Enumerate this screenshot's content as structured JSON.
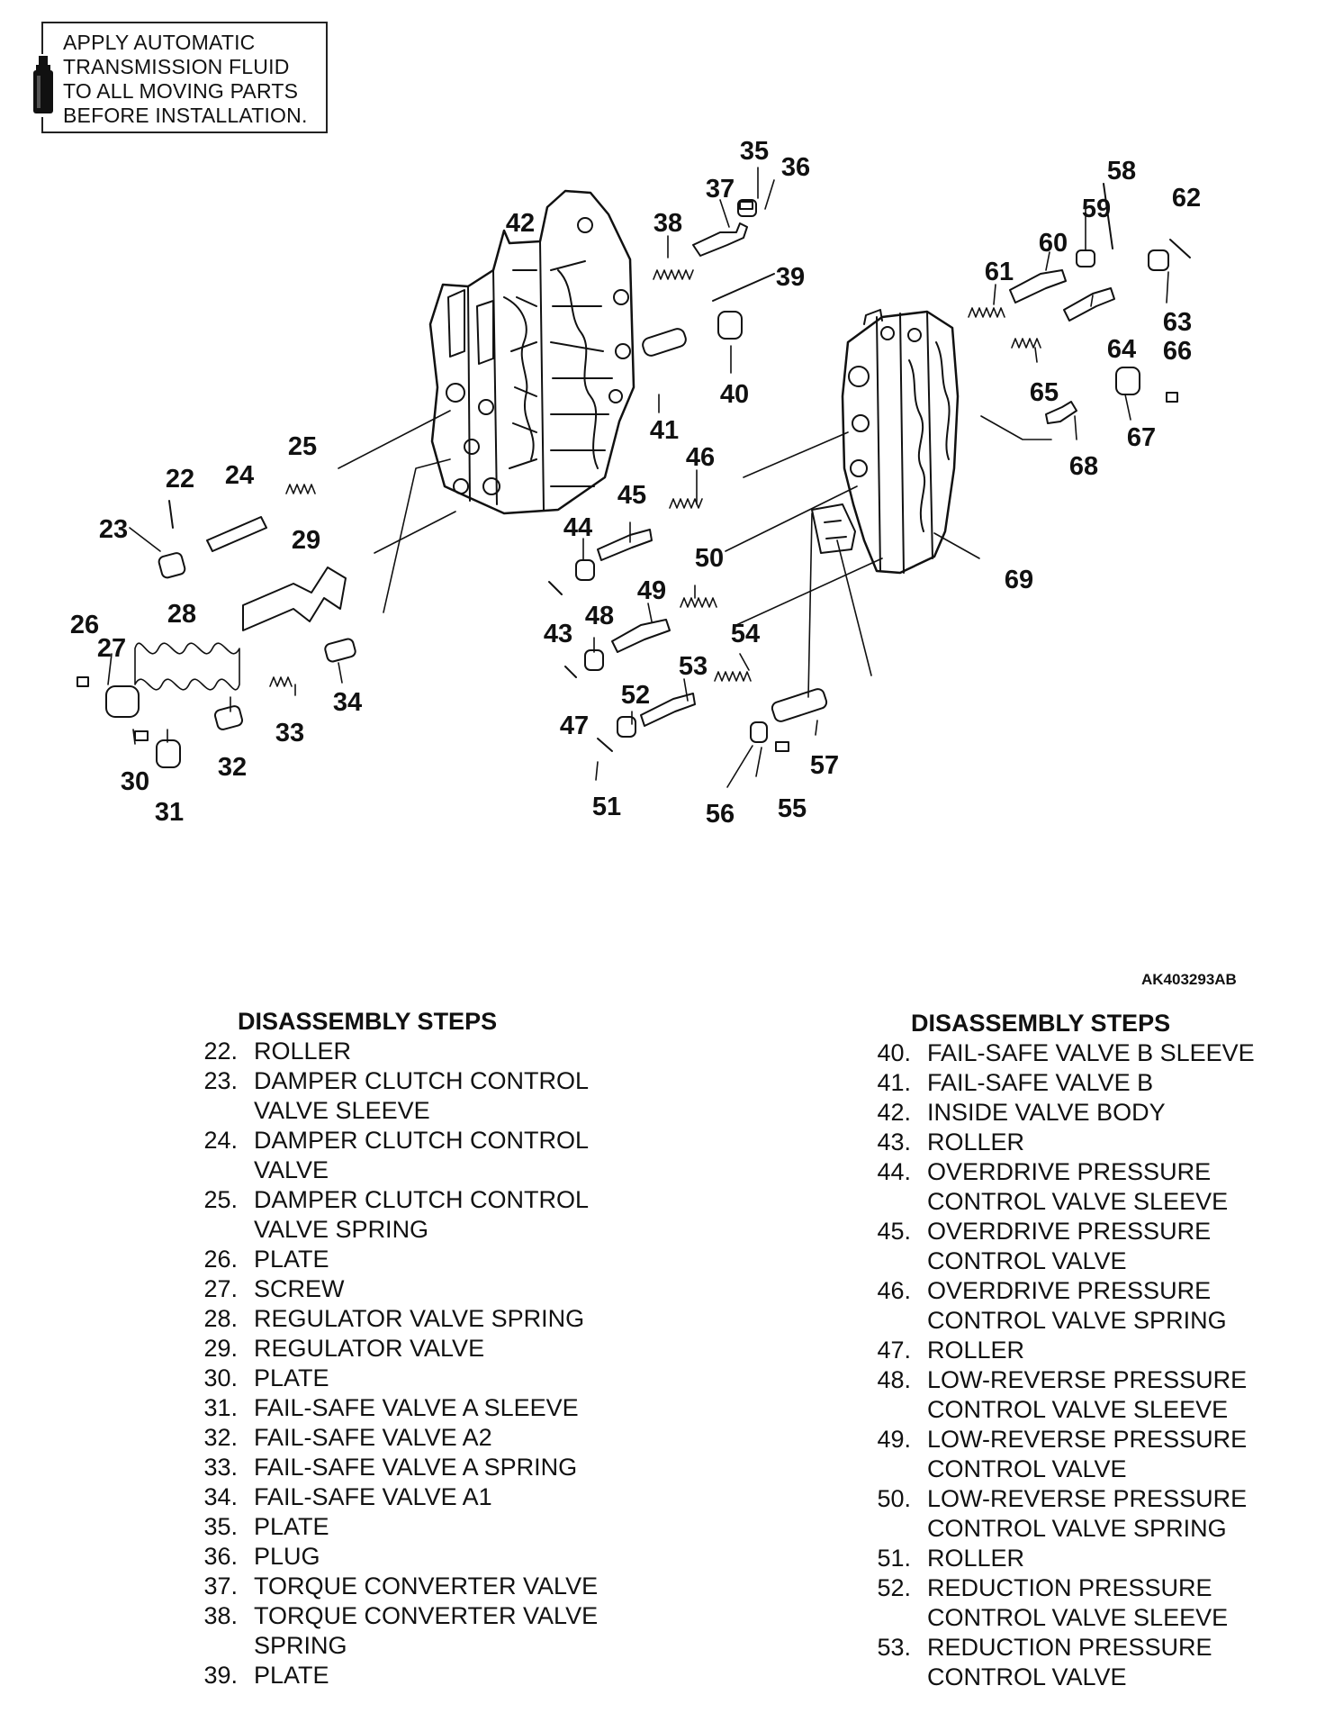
{
  "notice": {
    "lines": [
      "APPLY AUTOMATIC",
      "TRANSMISSION FLUID",
      "TO ALL MOVING PARTS",
      "BEFORE INSTALLATION."
    ],
    "icon": "oil-bottle-icon"
  },
  "reference_code": "AK403293AB",
  "callouts": {
    "c22": "22",
    "c23": "23",
    "c24": "24",
    "c25": "25",
    "c26": "26",
    "c27": "27",
    "c28": "28",
    "c29": "29",
    "c30": "30",
    "c31": "31",
    "c32": "32",
    "c33": "33",
    "c34": "34",
    "c35": "35",
    "c36": "36",
    "c37": "37",
    "c38": "38",
    "c39": "39",
    "c40": "40",
    "c41": "41",
    "c42": "42",
    "c43": "43",
    "c44": "44",
    "c45": "45",
    "c46": "46",
    "c47": "47",
    "c48": "48",
    "c49": "49",
    "c50": "50",
    "c51": "51",
    "c52": "52",
    "c53": "53",
    "c54": "54",
    "c55": "55",
    "c56": "56",
    "c57": "57",
    "c58": "58",
    "c59": "59",
    "c60": "60",
    "c61": "61",
    "c62": "62",
    "c63": "63",
    "c64": "64",
    "c65": "65",
    "c66": "66",
    "c67": "67",
    "c68": "68",
    "c69": "69"
  },
  "steps_left": {
    "heading": "DISASSEMBLY STEPS",
    "items": [
      {
        "num": "22.",
        "text": "ROLLER"
      },
      {
        "num": "23.",
        "text": "DAMPER CLUTCH CONTROL\nVALVE SLEEVE"
      },
      {
        "num": "24.",
        "text": "DAMPER CLUTCH CONTROL\nVALVE"
      },
      {
        "num": "25.",
        "text": "DAMPER CLUTCH CONTROL\nVALVE SPRING"
      },
      {
        "num": "26.",
        "text": "PLATE"
      },
      {
        "num": "27.",
        "text": "SCREW"
      },
      {
        "num": "28.",
        "text": "REGULATOR VALVE SPRING"
      },
      {
        "num": "29.",
        "text": "REGULATOR VALVE"
      },
      {
        "num": "30.",
        "text": "PLATE"
      },
      {
        "num": "31.",
        "text": "FAIL-SAFE VALVE A SLEEVE"
      },
      {
        "num": "32.",
        "text": "FAIL-SAFE VALVE A2"
      },
      {
        "num": "33.",
        "text": "FAIL-SAFE VALVE A SPRING"
      },
      {
        "num": "34.",
        "text": "FAIL-SAFE VALVE A1"
      },
      {
        "num": "35.",
        "text": "PLATE"
      },
      {
        "num": "36.",
        "text": "PLUG"
      },
      {
        "num": "37.",
        "text": "TORQUE CONVERTER VALVE"
      },
      {
        "num": "38.",
        "text": "TORQUE CONVERTER VALVE\nSPRING"
      },
      {
        "num": "39.",
        "text": "PLATE"
      }
    ]
  },
  "steps_right": {
    "heading": "DISASSEMBLY STEPS",
    "items": [
      {
        "num": "40.",
        "text": "FAIL-SAFE VALVE B SLEEVE"
      },
      {
        "num": "41.",
        "text": "FAIL-SAFE VALVE B"
      },
      {
        "num": "42.",
        "text": "INSIDE VALVE BODY"
      },
      {
        "num": "43.",
        "text": "ROLLER"
      },
      {
        "num": "44.",
        "text": "OVERDRIVE PRESSURE\nCONTROL VALVE SLEEVE"
      },
      {
        "num": "45.",
        "text": "OVERDRIVE PRESSURE\nCONTROL VALVE"
      },
      {
        "num": "46.",
        "text": "OVERDRIVE PRESSURE\nCONTROL VALVE SPRING"
      },
      {
        "num": "47.",
        "text": "ROLLER"
      },
      {
        "num": "48.",
        "text": "LOW-REVERSE PRESSURE\nCONTROL VALVE SLEEVE"
      },
      {
        "num": "49.",
        "text": "LOW-REVERSE PRESSURE\nCONTROL VALVE"
      },
      {
        "num": "50.",
        "text": "LOW-REVERSE PRESSURE\nCONTROL VALVE SPRING"
      },
      {
        "num": "51.",
        "text": "ROLLER"
      },
      {
        "num": "52.",
        "text": "REDUCTION PRESSURE\nCONTROL VALVE SLEEVE"
      },
      {
        "num": "53.",
        "text": "REDUCTION PRESSURE\nCONTROL VALVE"
      }
    ]
  }
}
